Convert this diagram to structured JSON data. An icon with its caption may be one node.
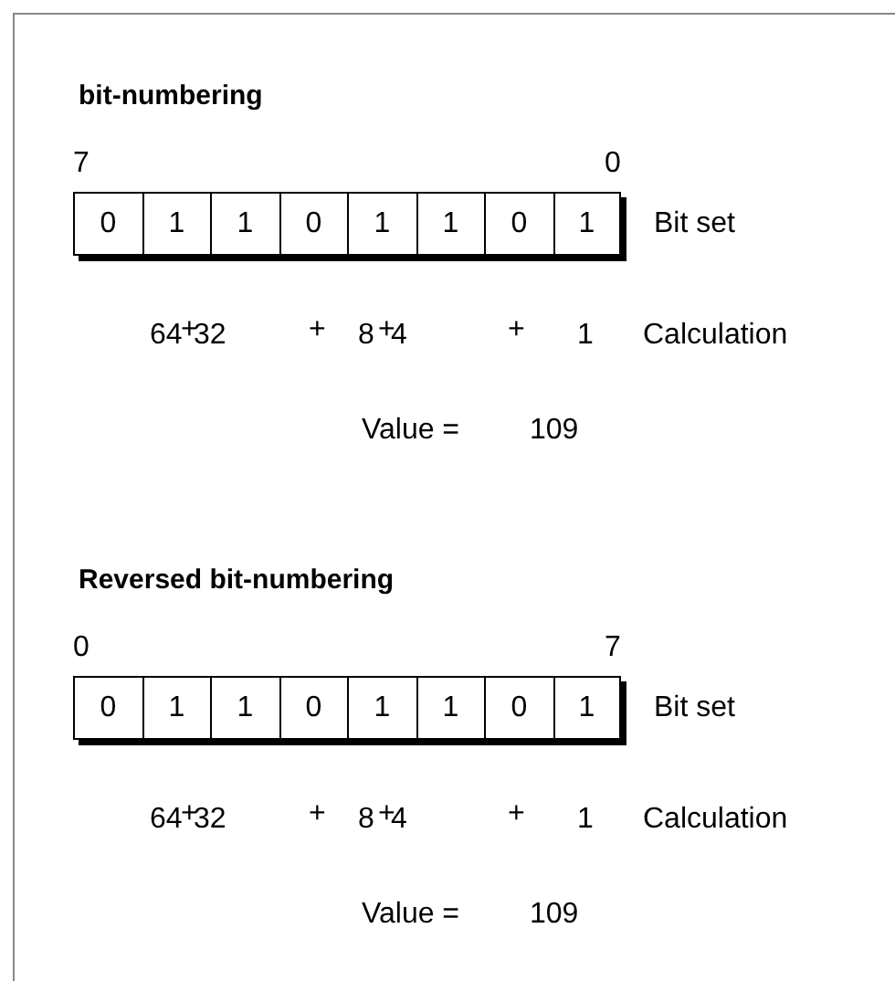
{
  "diagram": {
    "nodes": [
      {
        "text": [
          "0"
        ]
      },
      {
        "text": [
          "1"
        ]
      },
      {
        "text": [
          "1"
        ]
      },
      {
        "text": [
          "0"
        ]
      },
      {
        "text": [
          "1"
        ]
      },
      {
        "text": [
          "1"
        ]
      },
      {
        "text": [
          "0"
        ]
      },
      {
        "text": [
          "1"
        ]
      },
      {
        "text": [
          "0"
        ]
      },
      {
        "text": [
          "1"
        ]
      },
      {
        "text": [
          "1"
        ]
      },
      {
        "text": [
          "0"
        ]
      },
      {
        "text": [
          "1"
        ]
      },
      {
        "text": [
          "1"
        ]
      },
      {
        "text": [
          "0"
        ]
      },
      {
        "text": [
          "1"
        ]
      }
    ],
    "labels": [
      "bit-numbering",
      "7",
      "0",
      "Bit set",
      "64",
      "+",
      "32",
      "+",
      "8",
      "+",
      "4",
      "+",
      "1",
      "Calculation",
      "Value =",
      "109",
      "Reversed bit-numbering",
      "0",
      "7",
      "Bit set",
      "64",
      "+",
      "32",
      "+",
      "8",
      "+",
      "4",
      "+",
      "1",
      "Calculation",
      "Value =",
      "109"
    ]
  }
}
